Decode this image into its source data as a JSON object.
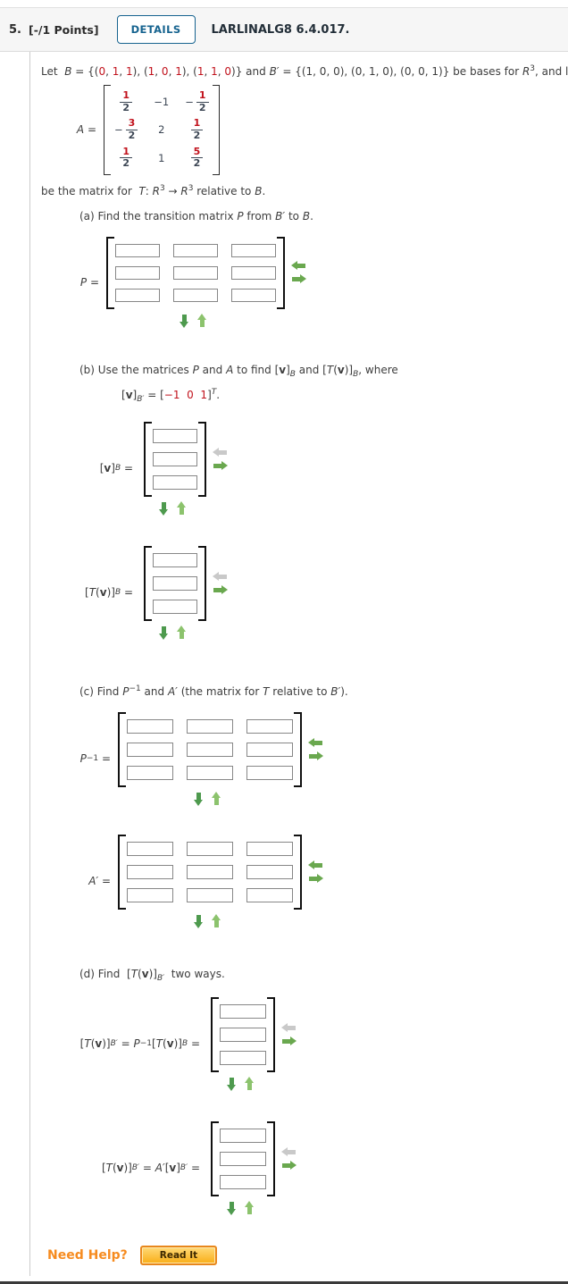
{
  "header": {
    "number": "5.",
    "points": "[-/1 Points]",
    "details_label": "DETAILS",
    "assignment_code": "LARLINALG8 6.4.017."
  },
  "colors": {
    "accent_blue": "#16638f",
    "red_number": "#c1121c",
    "green_arrow": "#6aa84f",
    "gray_arrow": "#c9c9c9",
    "orange": "#f68b1f"
  },
  "icons": {
    "left": "left-arrow-icon",
    "right": "right-arrow-icon",
    "down": "down-arrow-icon",
    "up": "up-arrow-icon"
  },
  "intro": {
    "segments": [
      {
        "t": "Let  "
      },
      {
        "t": "B",
        "c": "i"
      },
      {
        "t": " = {("
      },
      {
        "t": "0",
        "c": "red"
      },
      {
        "t": ", "
      },
      {
        "t": "1",
        "c": "red"
      },
      {
        "t": ", "
      },
      {
        "t": "1",
        "c": "red"
      },
      {
        "t": "), ("
      },
      {
        "t": "1",
        "c": "red"
      },
      {
        "t": ", "
      },
      {
        "t": "0",
        "c": "red"
      },
      {
        "t": ", "
      },
      {
        "t": "1",
        "c": "red"
      },
      {
        "t": "), ("
      },
      {
        "t": "1",
        "c": "red"
      },
      {
        "t": ", "
      },
      {
        "t": "1",
        "c": "red"
      },
      {
        "t": ", "
      },
      {
        "t": "0",
        "c": "red"
      },
      {
        "t": ")} and "
      },
      {
        "t": "B′",
        "c": "i"
      },
      {
        "t": " = {(1, 0, 0), (0, 1, 0), (0, 0, 1)} be bases for "
      },
      {
        "t": "R",
        "c": "i"
      },
      {
        "t": "3",
        "c": "sup"
      },
      {
        "t": ", and let"
      }
    ]
  },
  "matrix_a": {
    "label_segments": [
      {
        "t": "A",
        "c": "i"
      },
      {
        "t": " ="
      }
    ],
    "rows": [
      [
        {
          "frac": [
            "1",
            "2"
          ]
        },
        {
          "int": "−1"
        },
        {
          "frac": [
            "1",
            "2"
          ],
          "neg": true
        }
      ],
      [
        {
          "frac": [
            "3",
            "2"
          ],
          "neg": true
        },
        {
          "int": "2"
        },
        {
          "frac": [
            "1",
            "2"
          ]
        }
      ],
      [
        {
          "frac": [
            "1",
            "2"
          ]
        },
        {
          "int": "1"
        },
        {
          "frac": [
            "5",
            "2"
          ]
        }
      ]
    ]
  },
  "matrix_for_line": {
    "segments": [
      {
        "t": "be the matrix for  "
      },
      {
        "t": "T",
        "c": "i"
      },
      {
        "t": ": "
      },
      {
        "t": "R",
        "c": "i"
      },
      {
        "t": "3",
        "c": "sup"
      },
      {
        "t": " → "
      },
      {
        "t": "R",
        "c": "i"
      },
      {
        "t": "3",
        "c": "sup"
      },
      {
        "t": " relative to "
      },
      {
        "t": "B",
        "c": "i"
      },
      {
        "t": "."
      }
    ]
  },
  "parts": {
    "a": {
      "title_segments": [
        {
          "t": "(a) Find the transition matrix "
        },
        {
          "t": "P",
          "c": "i"
        },
        {
          "t": " from "
        },
        {
          "t": "B′",
          "c": "i"
        },
        {
          "t": " to "
        },
        {
          "t": "B",
          "c": "i"
        },
        {
          "t": "."
        }
      ],
      "answer": {
        "label_segments": [
          {
            "t": "P",
            "c": "i"
          },
          {
            "t": " ="
          }
        ],
        "rows": 3,
        "cols": 3,
        "left_arrow_enabled": true,
        "cell_value": ""
      }
    },
    "b": {
      "title_segments": [
        {
          "t": "(b) Use the matrices "
        },
        {
          "t": "P",
          "c": "i"
        },
        {
          "t": " and "
        },
        {
          "t": "A",
          "c": "i"
        },
        {
          "t": " to find ["
        },
        {
          "t": "v",
          "c": "b"
        },
        {
          "t": "]"
        },
        {
          "t": "B",
          "c": "i sub"
        },
        {
          "t": " and ["
        },
        {
          "t": "T",
          "c": "i"
        },
        {
          "t": "("
        },
        {
          "t": "v",
          "c": "b"
        },
        {
          "t": ")]"
        },
        {
          "t": "B",
          "c": "i sub"
        },
        {
          "t": ", where"
        }
      ],
      "given_segments": [
        {
          "t": "["
        },
        {
          "t": "v",
          "c": "b"
        },
        {
          "t": "]"
        },
        {
          "t": "B′",
          "c": "i sub"
        },
        {
          "t": " = ["
        },
        {
          "t": "−1",
          "c": "red"
        },
        {
          "t": "  "
        },
        {
          "t": "0",
          "c": "red"
        },
        {
          "t": "  "
        },
        {
          "t": "1",
          "c": "red"
        },
        {
          "t": "]"
        },
        {
          "t": "T",
          "c": "i sup"
        },
        {
          "t": "."
        }
      ],
      "answers": [
        {
          "label_segments": [
            {
              "t": "["
            },
            {
              "t": "v",
              "c": "b"
            },
            {
              "t": "]"
            },
            {
              "t": "B",
              "c": "i sub"
            },
            {
              "t": " ="
            }
          ],
          "rows": 3,
          "cols": 1,
          "left_arrow_enabled": false,
          "cell_value": ""
        },
        {
          "label_segments": [
            {
              "t": "["
            },
            {
              "t": "T",
              "c": "i"
            },
            {
              "t": "("
            },
            {
              "t": "v",
              "c": "b"
            },
            {
              "t": ")]"
            },
            {
              "t": "B",
              "c": "i sub"
            },
            {
              "t": " ="
            }
          ],
          "rows": 3,
          "cols": 1,
          "left_arrow_enabled": false,
          "cell_value": ""
        }
      ]
    },
    "c": {
      "title_segments": [
        {
          "t": "(c) Find "
        },
        {
          "t": "P",
          "c": "i"
        },
        {
          "t": "−1",
          "c": "sup"
        },
        {
          "t": " and "
        },
        {
          "t": "A′",
          "c": "i"
        },
        {
          "t": " (the matrix for "
        },
        {
          "t": "T",
          "c": "i"
        },
        {
          "t": " relative to "
        },
        {
          "t": "B′",
          "c": "i"
        },
        {
          "t": ")."
        }
      ],
      "answers": [
        {
          "label_segments": [
            {
              "t": "P",
              "c": "i"
            },
            {
              "t": "−1",
              "c": "sup"
            },
            {
              "t": " ="
            }
          ],
          "rows": 3,
          "cols": 3,
          "left_arrow_enabled": true,
          "cell_value": ""
        },
        {
          "label_segments": [
            {
              "t": "A′",
              "c": "i"
            },
            {
              "t": " ="
            }
          ],
          "rows": 3,
          "cols": 3,
          "left_arrow_enabled": true,
          "cell_value": ""
        }
      ]
    },
    "d": {
      "title_segments": [
        {
          "t": "(d) Find  ["
        },
        {
          "t": "T",
          "c": "i"
        },
        {
          "t": "("
        },
        {
          "t": "v",
          "c": "b"
        },
        {
          "t": ")]"
        },
        {
          "t": "B′",
          "c": "i sub"
        },
        {
          "t": "  two ways."
        }
      ],
      "answers": [
        {
          "label_segments": [
            {
              "t": "["
            },
            {
              "t": "T",
              "c": "i"
            },
            {
              "t": "("
            },
            {
              "t": "v",
              "c": "b"
            },
            {
              "t": ")]"
            },
            {
              "t": "B′",
              "c": "i sub"
            },
            {
              "t": " = "
            },
            {
              "t": "P",
              "c": "i"
            },
            {
              "t": "−1",
              "c": "sup"
            },
            {
              "t": "["
            },
            {
              "t": "T",
              "c": "i"
            },
            {
              "t": "("
            },
            {
              "t": "v",
              "c": "b"
            },
            {
              "t": ")]"
            },
            {
              "t": "B",
              "c": "i sub"
            },
            {
              "t": " ="
            }
          ],
          "rows": 3,
          "cols": 1,
          "left_arrow_enabled": false,
          "cell_value": ""
        },
        {
          "label_segments": [
            {
              "t": "["
            },
            {
              "t": "T",
              "c": "i"
            },
            {
              "t": "("
            },
            {
              "t": "v",
              "c": "b"
            },
            {
              "t": ")]"
            },
            {
              "t": "B′",
              "c": "i sub"
            },
            {
              "t": " = "
            },
            {
              "t": "A′",
              "c": "i"
            },
            {
              "t": "["
            },
            {
              "t": "v",
              "c": "b"
            },
            {
              "t": "]"
            },
            {
              "t": "B′",
              "c": "i sub"
            },
            {
              "t": " ="
            }
          ],
          "rows": 3,
          "cols": 1,
          "left_arrow_enabled": false,
          "cell_value": ""
        }
      ]
    }
  },
  "help": {
    "prompt": "Need Help?",
    "read_it_label": "Read It"
  }
}
